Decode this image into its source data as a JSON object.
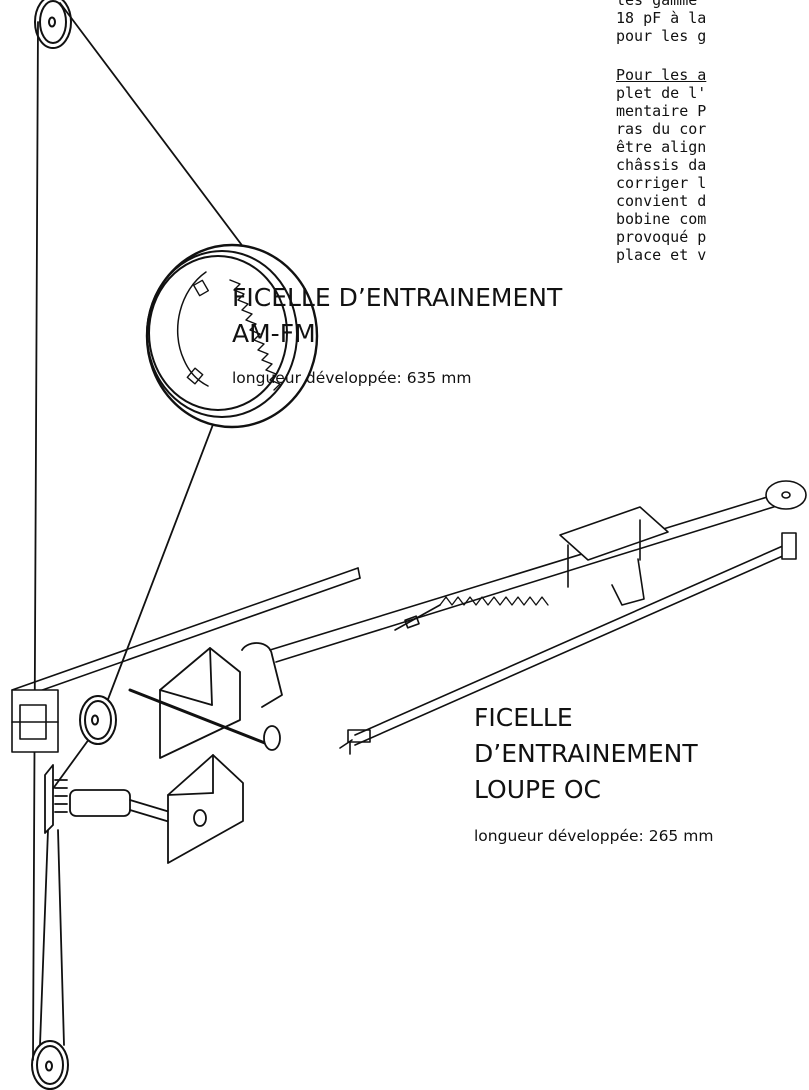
{
  "body_text": {
    "top_lines": [
      "les gamme",
      "18 pF à la",
      "pour les g"
    ],
    "para_lines": [
      "Pour les a",
      "plet de l'",
      "mentaire P",
      "ras du cor",
      "être align",
      "châssis da",
      "corriger l",
      "convient d",
      "bobine com",
      "provoqué p",
      "place et v"
    ]
  },
  "am_fm_cord": {
    "title_line1": "FICELLE D’ENTRAINEMENT",
    "title_line2": "AM-FM",
    "length_label": "longueur développée: 635 mm"
  },
  "oc_cord": {
    "title_line1": "FICELLE",
    "title_line2": "D’ENTRAINEMENT",
    "title_line3": "LOUPE OC",
    "length_label": "longueur développée: 265 mm"
  },
  "colors": {
    "ink": "#111111",
    "paper": "#ffffff"
  }
}
